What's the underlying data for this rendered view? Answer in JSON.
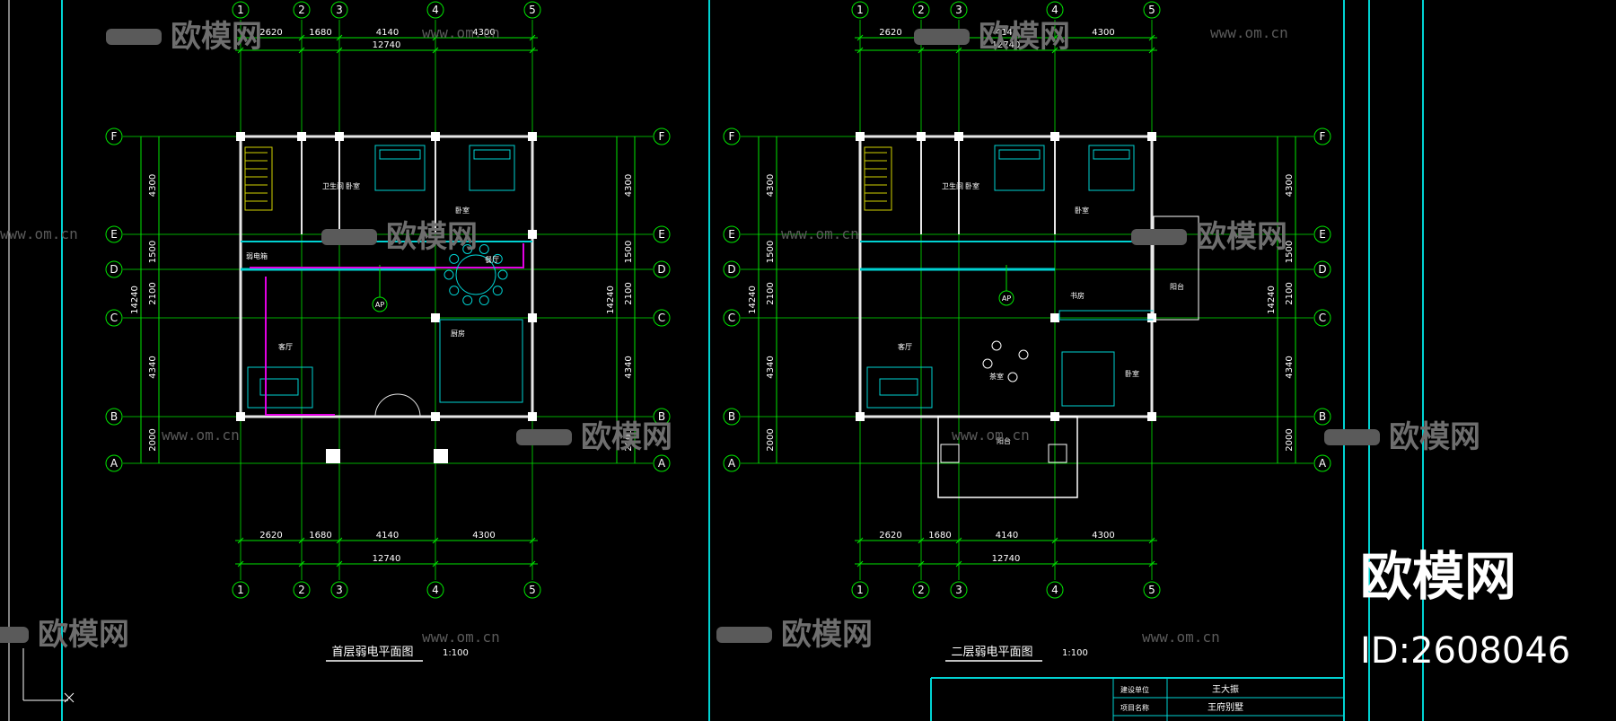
{
  "plans": [
    {
      "title": "首层弱电平面图",
      "scale": "1:100",
      "dims_top": [
        "2620",
        "1680",
        "4140",
        "4300"
      ],
      "dims_total": "12740",
      "dims_side": [
        "4300",
        "1500",
        "2100",
        "4340",
        "2000"
      ],
      "side_total": "14240",
      "columns": [
        "1",
        "2",
        "3",
        "4",
        "5"
      ],
      "rows": [
        "F",
        "E",
        "D",
        "C",
        "B",
        "A"
      ],
      "rooms": {
        "bath": "卫生间",
        "bed1": "卧室",
        "bed2": "卧室",
        "living": "客厅",
        "dining": "餐厅",
        "kitchen": "厨房",
        "ap": "AP",
        "box": "弱电箱"
      }
    },
    {
      "title": "二层弱电平面图",
      "scale": "1:100",
      "dims_top": [
        "2620",
        "1680",
        "4140",
        "4300"
      ],
      "dims_total": "12740",
      "dims_side": [
        "4300",
        "1500",
        "2100",
        "4340",
        "2000"
      ],
      "side_total": "14240",
      "columns": [
        "1",
        "2",
        "3",
        "4",
        "5"
      ],
      "rows": [
        "F",
        "E",
        "D",
        "C",
        "B",
        "A"
      ],
      "rooms": {
        "bath": "卫生间",
        "bed1": "卧室",
        "bed2": "卧室",
        "study": "书房",
        "living": "客厅",
        "tea": "茶室",
        "bed3": "卧室",
        "terrace": "阳台",
        "balcony": "阳台",
        "ap": "AP"
      }
    }
  ],
  "title_block": {
    "label1": "建设单位",
    "value1": "王大振",
    "label2": "项目名称",
    "value2": "王府别墅"
  },
  "watermark": {
    "brand": "欧模网",
    "url": "www.om.cn",
    "id": "ID:2608046"
  },
  "colors": {
    "grid": "#00e600",
    "wall": "#e6e6e6",
    "frame": "#00d2d2",
    "cable": "#e100e1",
    "stair": "#d2d200"
  }
}
